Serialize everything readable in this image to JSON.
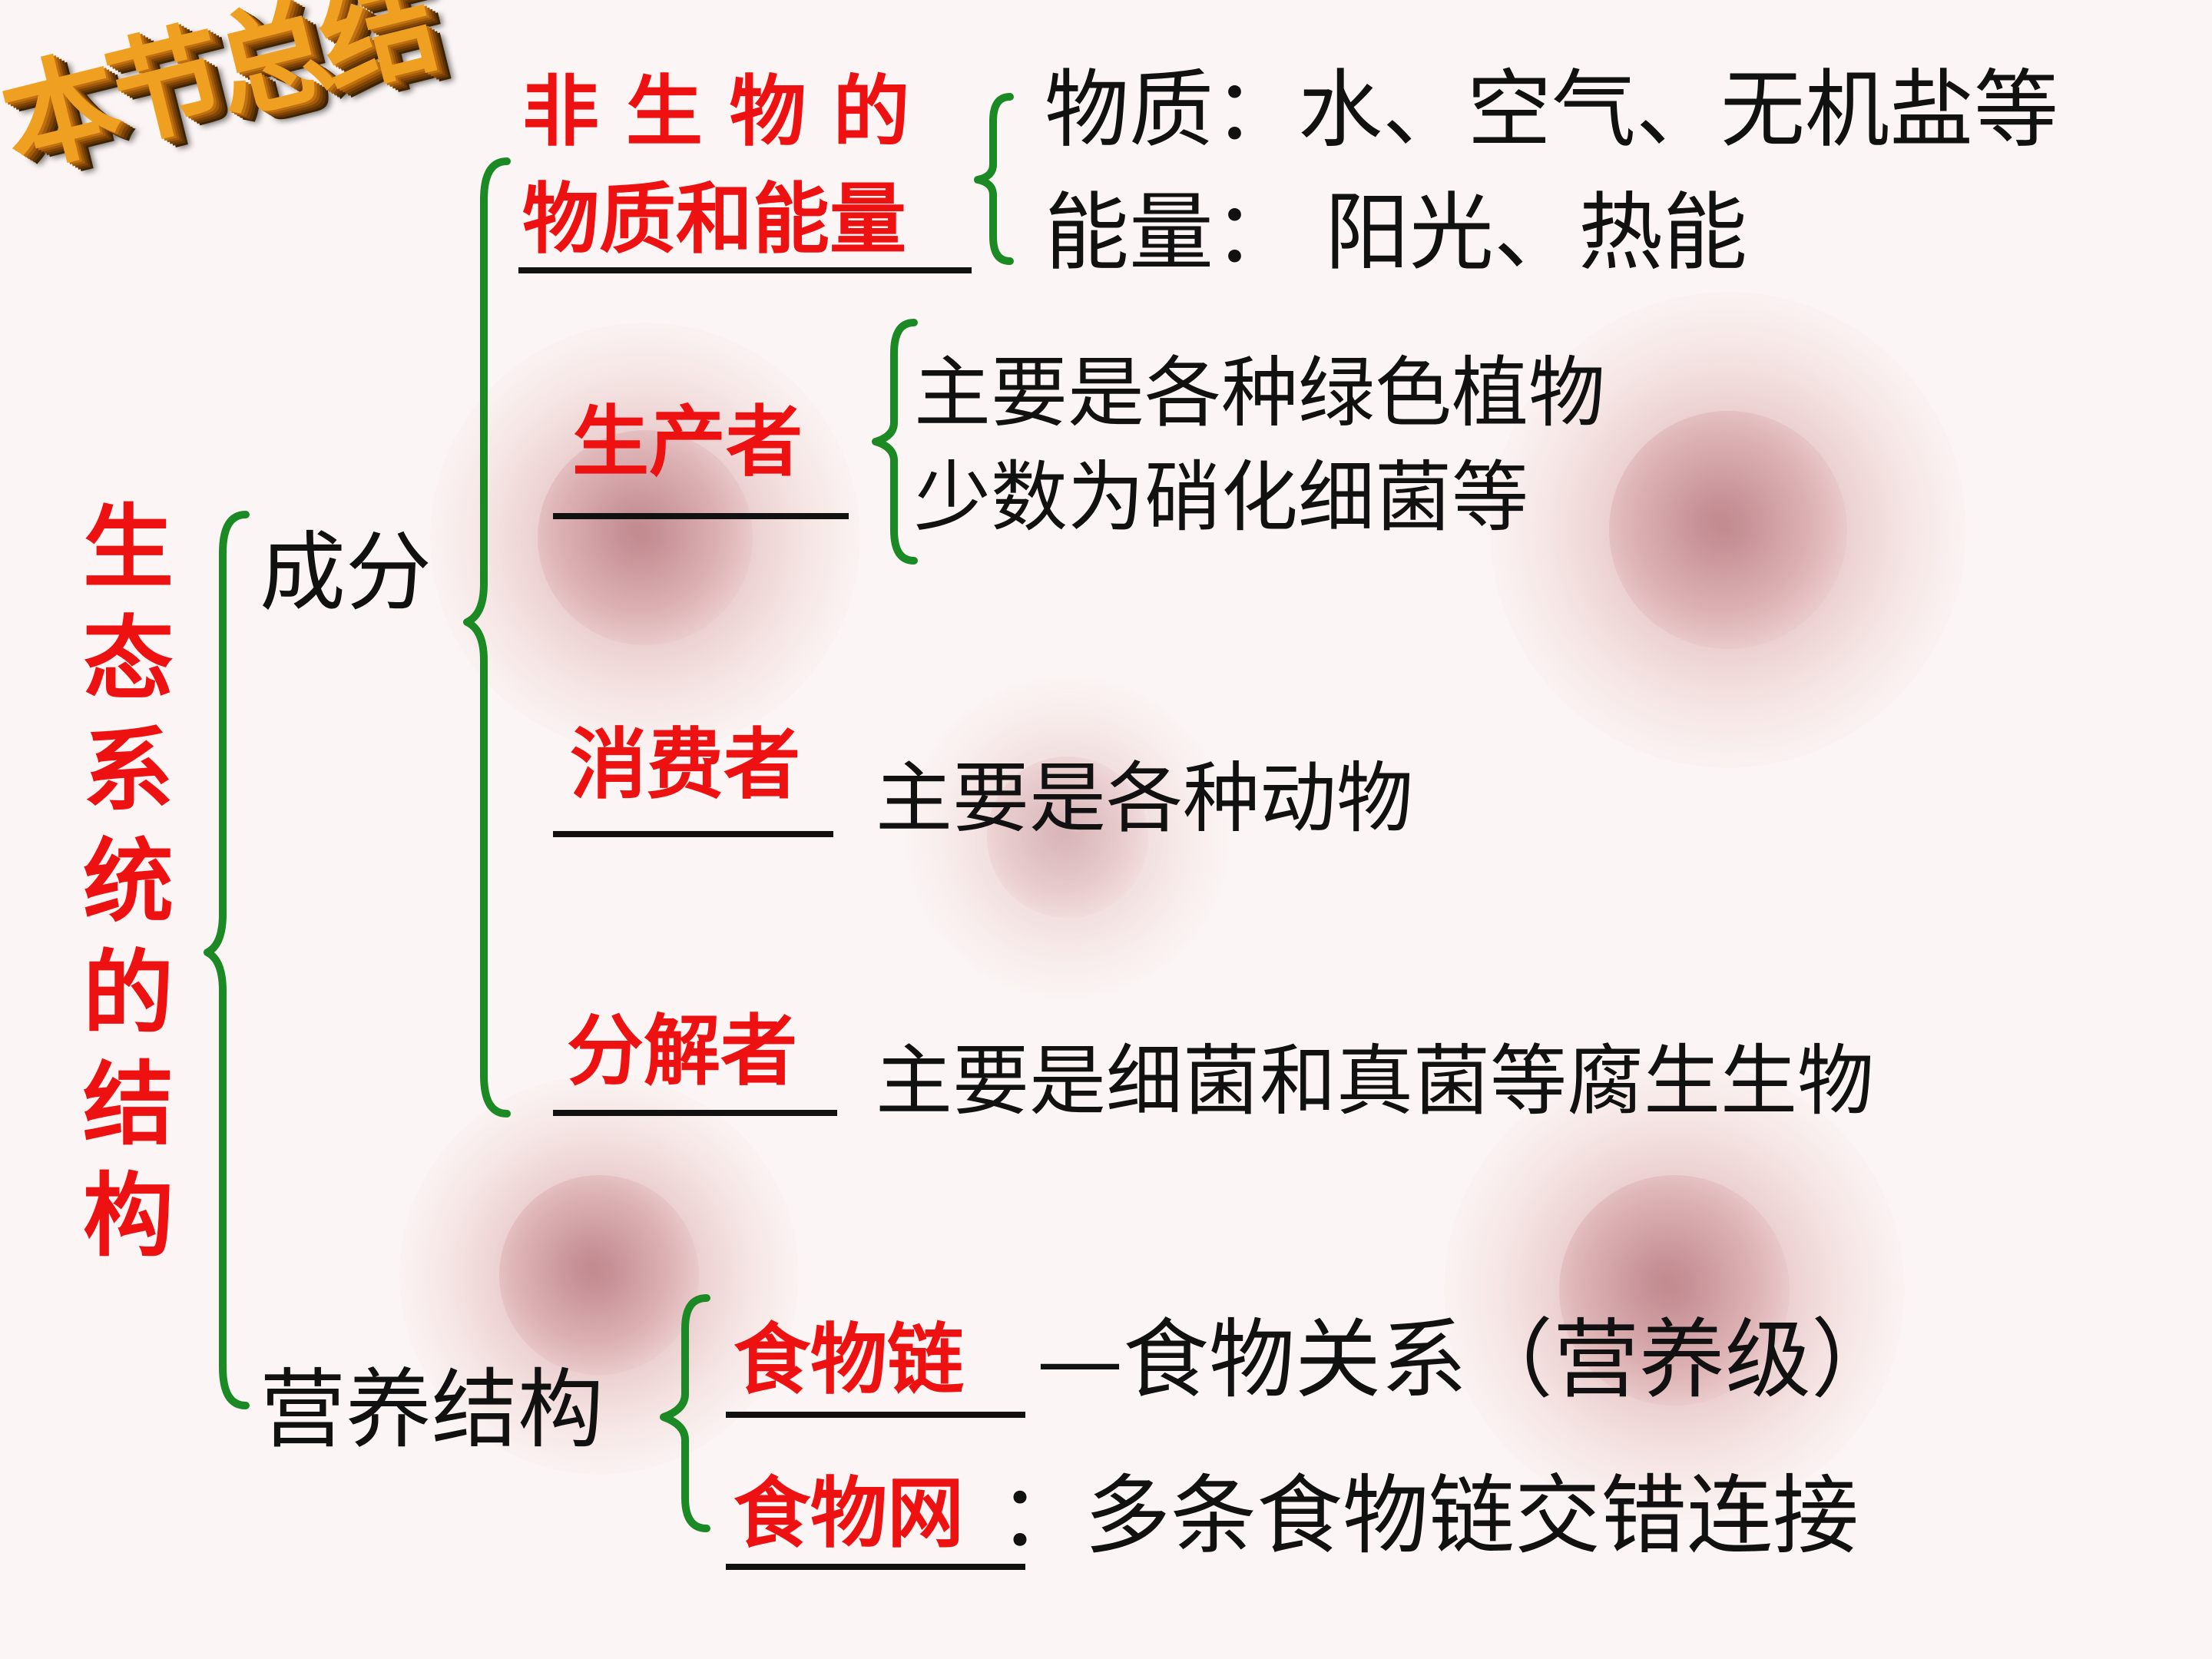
{
  "title": "本节总结",
  "root": "生态系统的结构",
  "branches": {
    "composition": "成分",
    "trophic": "营养结构"
  },
  "components": {
    "abiotic_line1": "非 生 物 的",
    "abiotic_line2": "物质和能量",
    "abiotic_matter": "物质：水、空气、无机盐等",
    "abiotic_energy": "能量： 阳光、热能",
    "producer": "生产者",
    "producer_desc1": "主要是各种绿色植物",
    "producer_desc2": "少数为硝化细菌等",
    "consumer": "消费者",
    "consumer_desc": "主要是各种动物",
    "decomposer": "分解者",
    "decomposer_desc": "主要是细菌和真菌等腐生生物"
  },
  "trophic_structure": {
    "food_chain": "食物链",
    "food_chain_desc": "—食物关系（营养级）",
    "food_web": "食物网",
    "food_web_desc": "：多条食物链交错连接"
  },
  "colors": {
    "label_red": "#ee1111",
    "text_black": "#111111",
    "bracket_green": "#1c8a24",
    "title_orange": "#f0a020"
  }
}
